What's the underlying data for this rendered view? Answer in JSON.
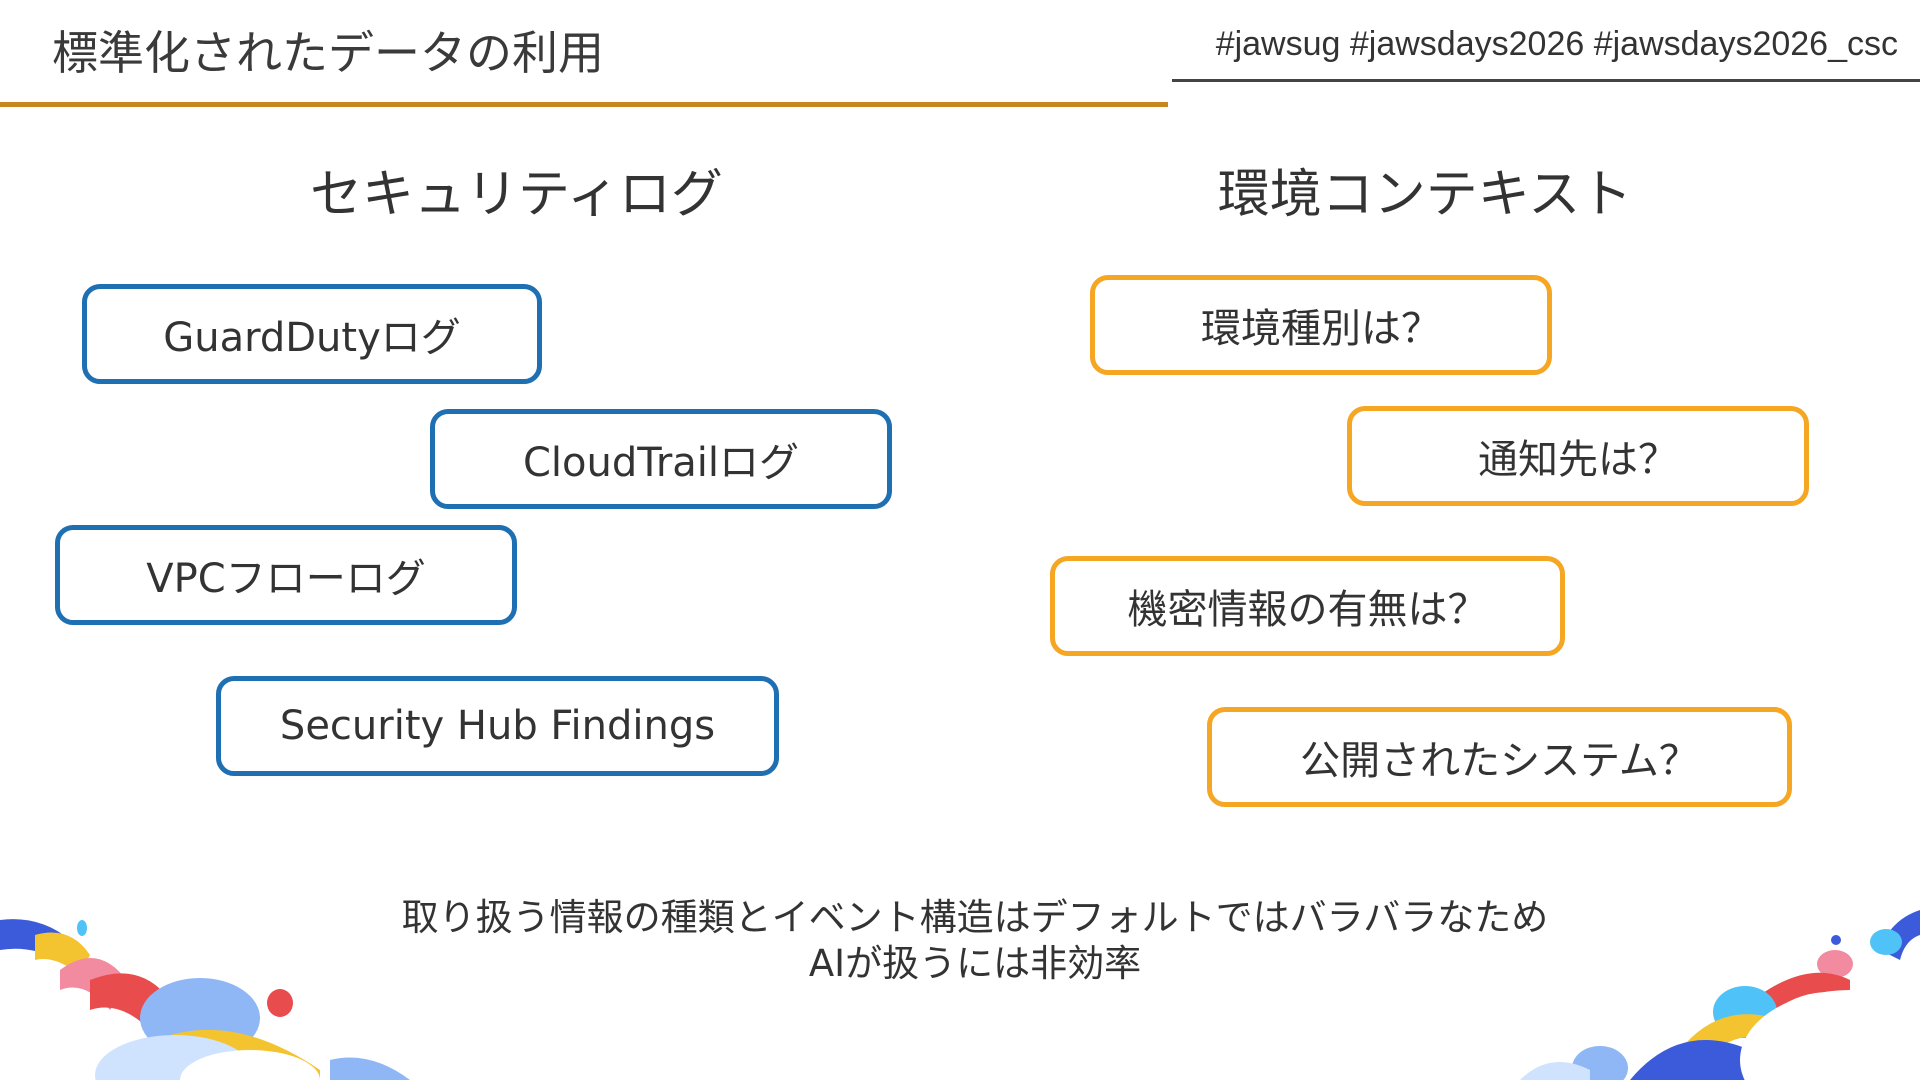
{
  "header": {
    "title": "標準化されたデータの利用",
    "hashtags": "#jawsug #jawsdays2026 #jawsdays2026_csc"
  },
  "columns": {
    "left": {
      "heading": "セキュリティログ",
      "items": [
        "GuardDutyログ",
        "CloudTrailログ",
        "VPCフローログ",
        "Security Hub Findings"
      ]
    },
    "right": {
      "heading": "環境コンテキスト",
      "items": [
        "環境種別は？",
        "通知先は？",
        "機密情報の有無は？",
        "公開されたシステム？"
      ]
    }
  },
  "footer": {
    "line1": "取り扱う情報の種類とイベント構造はデフォルトではバラバラなため",
    "line2": "AIが扱うには非効率"
  },
  "colors": {
    "title_rule": "#c8871e",
    "left_box_border": "#1f6fb3",
    "right_box_border": "#f5a623"
  }
}
